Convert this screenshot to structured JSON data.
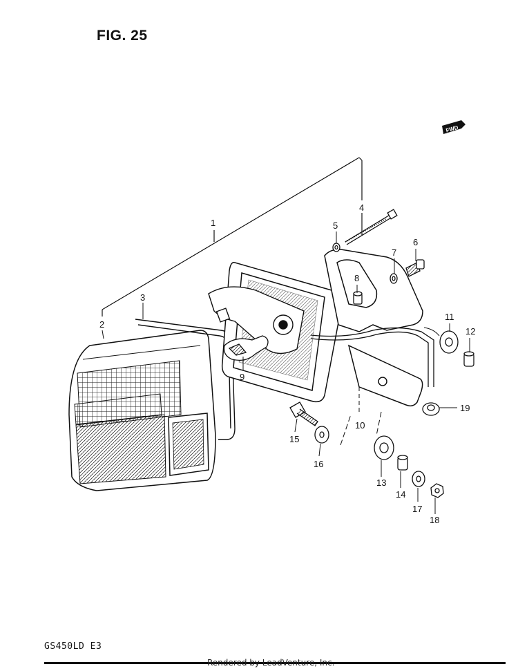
{
  "figure": {
    "title": "FIG. 25",
    "model": "GS450LD  E3"
  },
  "footer": {
    "text": "Rendered by LeadVenture, Inc."
  },
  "direction_badge": "FWD",
  "callouts": [
    {
      "id": "c1",
      "label": "1"
    },
    {
      "id": "c2",
      "label": "2"
    },
    {
      "id": "c3",
      "label": "3"
    },
    {
      "id": "c4",
      "label": "4"
    },
    {
      "id": "c5",
      "label": "5"
    },
    {
      "id": "c6",
      "label": "6"
    },
    {
      "id": "c7",
      "label": "7"
    },
    {
      "id": "c8",
      "label": "8"
    },
    {
      "id": "c9",
      "label": "9"
    },
    {
      "id": "c10",
      "label": "10"
    },
    {
      "id": "c11",
      "label": "11"
    },
    {
      "id": "c12",
      "label": "12"
    },
    {
      "id": "c13",
      "label": "13"
    },
    {
      "id": "c14",
      "label": "14"
    },
    {
      "id": "c15",
      "label": "15"
    },
    {
      "id": "c16",
      "label": "16"
    },
    {
      "id": "c17",
      "label": "17"
    },
    {
      "id": "c18",
      "label": "18"
    },
    {
      "id": "c19",
      "label": "19"
    }
  ]
}
